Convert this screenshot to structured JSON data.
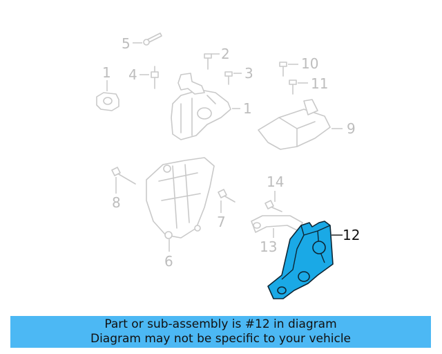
{
  "diagram": {
    "callouts": {
      "c1a": "1",
      "c1b": "1",
      "c2": "2",
      "c3": "3",
      "c4": "4",
      "c5": "5",
      "c6": "6",
      "c7": "7",
      "c8": "8",
      "c9": "9",
      "c10": "10",
      "c11": "11",
      "c12": "12",
      "c13": "13",
      "c14": "14"
    },
    "highlighted_part": "12",
    "colors": {
      "highlight_fill": "#1aa9e6",
      "outline_gray": "#c9c9c9",
      "banner_bg": "#4cb8f4"
    }
  },
  "banner": {
    "line1": "Part or sub-assembly is #12 in diagram",
    "line2": "Diagram may not be specific to your vehicle"
  }
}
